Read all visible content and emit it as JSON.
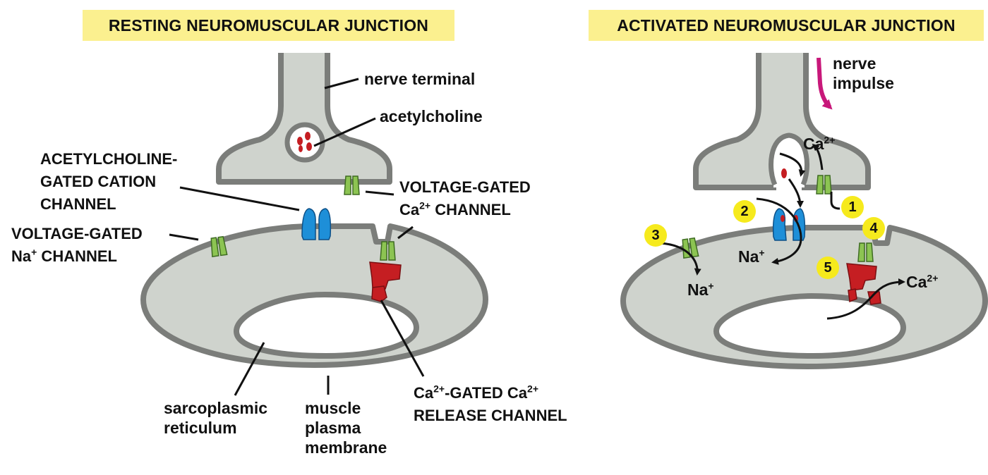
{
  "panels": {
    "left_title": "RESTING NEUROMUSCULAR JUNCTION",
    "right_title": "ACTIVATED NEUROMUSCULAR JUNCTION"
  },
  "labels": {
    "nerve_terminal": "nerve terminal",
    "acetylcholine": "acetylcholine",
    "ach_channel_1": "ACETYLCHOLINE-",
    "ach_channel_2": "GATED CATION",
    "ach_channel_3": "CHANNEL",
    "vg_ca_1": "VOLTAGE-GATED",
    "vg_ca_2_pre": "Ca",
    "vg_ca_2_sup": "2+",
    "vg_ca_2_post": " CHANNEL",
    "vg_na_1": "VOLTAGE-GATED",
    "vg_na_2_pre": "Na",
    "vg_na_2_sup": "+",
    "vg_na_2_post": " CHANNEL",
    "sr_1": "sarcoplasmic",
    "sr_2": "reticulum",
    "mpm_1": "muscle",
    "mpm_2": "plasma",
    "mpm_3": "membrane",
    "release_1_a": "Ca",
    "release_1_b": "2+",
    "release_1_c": "-GATED Ca",
    "release_1_d": "2+",
    "release_2": "RELEASE CHANNEL",
    "nerve_impulse_1": "nerve",
    "nerve_impulse_2": "impulse",
    "ca_top": "Ca",
    "ca_top_sup": "2+",
    "na_mid": "Na",
    "na_mid_sup": "+",
    "na_left": "Na",
    "na_left_sup": "+",
    "ca_right": "Ca",
    "ca_right_sup": "2+"
  },
  "steps": [
    "1",
    "2",
    "3",
    "4",
    "5"
  ],
  "colors": {
    "tissue_fill": "#cfd3cd",
    "tissue_outline": "#7b7d7a",
    "banner": "#fbf08f",
    "step_circle": "#f6ea1d",
    "ach_channel": "#1e8fd8",
    "voltage_channel": "#8cc452",
    "release_channel": "#c51e22",
    "acetylcholine": "#c51e22",
    "impulse_arrow": "#c8187a"
  }
}
